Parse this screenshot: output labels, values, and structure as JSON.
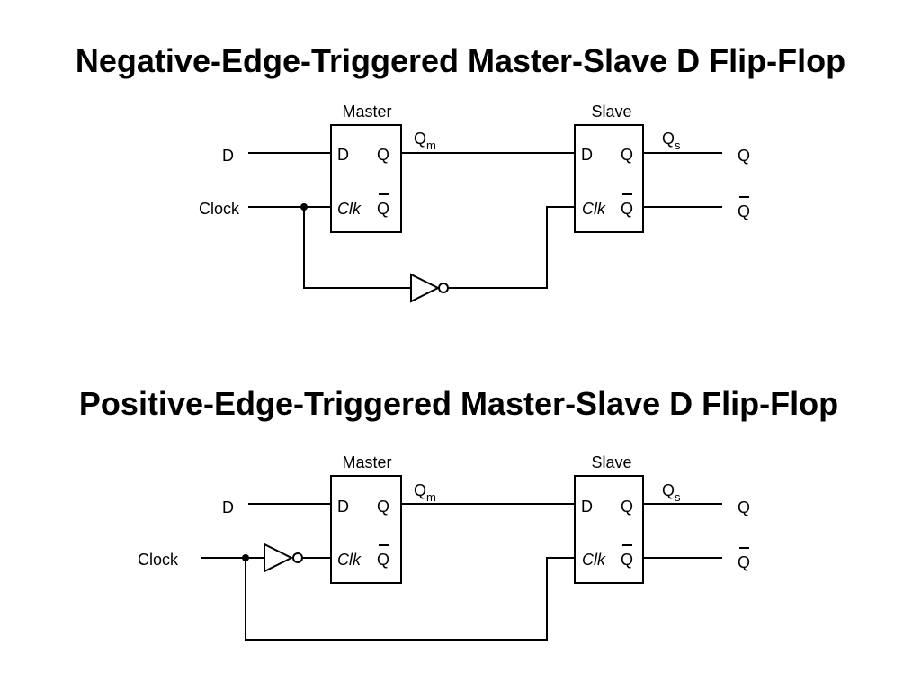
{
  "colors": {
    "ink": "#000000",
    "background": "#ffffff"
  },
  "diagrams": [
    {
      "title": "Negative-Edge-Triggered Master-Slave D Flip-Flop",
      "master_label": "Master",
      "slave_label": "Slave",
      "input_d": "D",
      "input_clock": "Clock",
      "pin_d": "D",
      "pin_q": "Q",
      "pin_clk": "Clk",
      "pin_qbar": "Q",
      "qm_main": "Q",
      "qm_sub": "m",
      "qs_main": "Q",
      "qs_sub": "s",
      "out_q": "Q",
      "out_qbar": "Q",
      "inverter_position": "slave-clock"
    },
    {
      "title": "Positive-Edge-Triggered Master-Slave D Flip-Flop",
      "master_label": "Master",
      "slave_label": "Slave",
      "input_d": "D",
      "input_clock": "Clock",
      "pin_d": "D",
      "pin_q": "Q",
      "pin_clk": "Clk",
      "pin_qbar": "Q",
      "qm_main": "Q",
      "qm_sub": "m",
      "qs_main": "Q",
      "qs_sub": "s",
      "out_q": "Q",
      "out_qbar": "Q",
      "inverter_position": "master-clock"
    }
  ]
}
